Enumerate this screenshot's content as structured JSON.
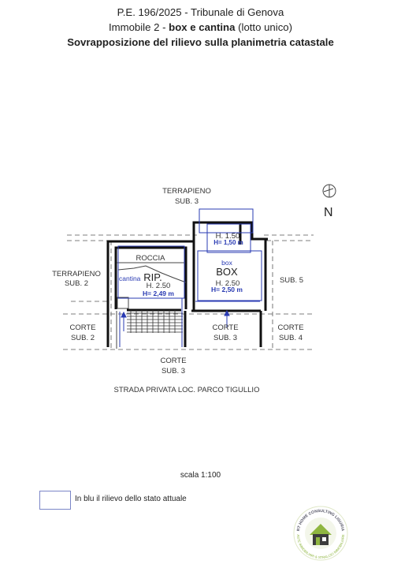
{
  "header": {
    "line1": "P.E. 196/2025 - Tribunale di Genova",
    "line2_prefix": "Immobile 2 - ",
    "line2_bold": "box e cantina",
    "line2_suffix": " (lotto unico)",
    "line3": "Sovrapposizione del rilievo sulla planimetria catastale"
  },
  "north": {
    "label": "N"
  },
  "plan": {
    "terrapieno_top": {
      "line1": "TERRAPIENO",
      "line2": "SUB. 3"
    },
    "terrapieno_left": {
      "line1": "TERRAPIENO",
      "line2": "SUB. 2"
    },
    "sub5": "SUB. 5",
    "roccia": "ROCCIA",
    "rip": "RIP.",
    "cantina": "cantina",
    "rip_h": "H. 2.50",
    "rip_h_blue": "H= 2,49 m",
    "box_top_h": "H. 1.50",
    "box_top_h_blue": "H= 1,50 m",
    "box_small": "box",
    "box": "BOX",
    "box_h": "H. 2.50",
    "box_h_blue": "H= 2,50 m",
    "corte_left": {
      "line1": "CORTE",
      "line2": "SUB. 2"
    },
    "corte_mid": {
      "line1": "CORTE",
      "line2": "SUB. 3"
    },
    "corte_right": {
      "line1": "CORTE",
      "line2": "SUB. 4"
    },
    "corte_bottom": {
      "line1": "CORTE",
      "line2": "SUB. 3"
    },
    "street": "STRADA PRIVATA LOC. PARCO TIGULLIO"
  },
  "footer": {
    "scale": "scala 1:100",
    "legend": "In blu il rilievo dello stato attuale"
  },
  "logo": {
    "top_text": "RT HOME CONSULTING LIGURIA",
    "bottom_text": "ASTE IMMOBILIARI & STRALCIO IMMOBILIARE"
  },
  "colors": {
    "survey_blue": "#2a3bb3",
    "logo_green": "#8fb640",
    "logo_dark": "#3c3c3c"
  }
}
